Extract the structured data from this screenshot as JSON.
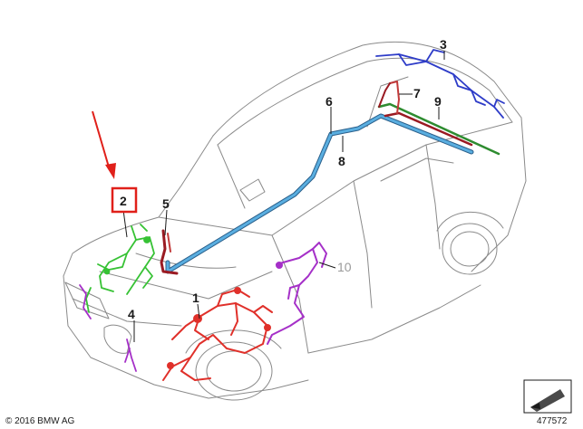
{
  "diagram": {
    "callouts": [
      "1",
      "2",
      "3",
      "4",
      "5",
      "6",
      "7",
      "8",
      "9",
      "10"
    ],
    "highlighted_callout": "2",
    "copyright": "© 2016 BMW AG",
    "figure_number": "477572",
    "colors": {
      "outline": "#8a8a8a",
      "harness_1": "#e0302a",
      "harness_2": "#36c234",
      "harness_3": "#2e3cc8",
      "harness_4": "#a530c8",
      "harness_5": "#9a1a22",
      "harness_6": "#5aaee0",
      "harness_9": "#2e8c30",
      "highlight": "#e0201a",
      "arrow": "#e0201a"
    }
  }
}
